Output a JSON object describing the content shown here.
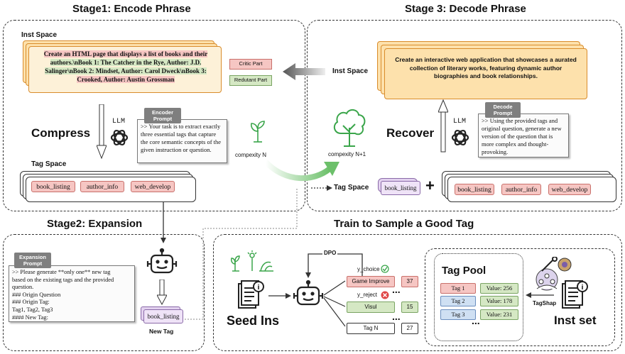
{
  "stage1": {
    "title": "Stage1: Encode Phrase",
    "inst_space": "Inst Space",
    "instruction_lines": [
      "Create an HTML page that displays a list of books and their",
      "authors.\\nBook 1: The Catcher in the Rye, Author: J.D.",
      "Salinger\\nBook 2: Mindset, Author: Carol Dweck\\nBook 3:",
      "Crooked, Author: Austin Grossman"
    ],
    "critic_part": "Critic Part",
    "redundant_part": "Redutant Part",
    "llm": "LLM",
    "compress": "Compress",
    "encoder_prompt_label": "Encoder Prompt",
    "encoder_prompt_text": ">> Your task is to extract exactly three essential tags that capture the core semantic concepts of the given instruction or question.",
    "complexity": "compexity N",
    "tag_space": "Tag Space",
    "tags": [
      "book_listing",
      "author_info",
      "web_develop"
    ]
  },
  "stage3": {
    "title": "Stage 3: Decode Phrase",
    "inst_space": "Inst Space",
    "output_instruction": "Create an interactive web application that showcases a aurated collection of literary works, featuring dynamic author biographies and book relationships.",
    "recover": "Recover",
    "llm": "LLM",
    "decode_prompt_label": "Decode Prompt",
    "decode_prompt_text": ">> Using the provided tags and original question, generate a new version of the question that is more complex and thought-provoking.",
    "complexity": "compexity N+1",
    "tag_space": "Tag Space",
    "new_tag": "book_listing",
    "plus": "+",
    "tags": [
      "book_listing",
      "author_info",
      "web_develop"
    ]
  },
  "stage2": {
    "title": "Stage2: Expansion",
    "expansion_prompt_label": "Expansion Prompt",
    "expansion_prompt_lines": [
      ">> Please generate **only one** new tag",
      "based on the existing tags and the provided",
      "question.",
      "### Origin Question",
      "### Origin Tag:",
      "Tag1, Tag2, Tag3",
      "#### New Tag:"
    ],
    "new_tag_value": "book_listing",
    "new_tag_label": "New Tag"
  },
  "train": {
    "title": "Train to Sample a Good Tag",
    "seed_ins": "Seed Ins",
    "dpo": "DPO",
    "y_choice": "y_choice",
    "y_reject": "y_reject",
    "candidates": [
      {
        "name": "Game Improve",
        "value": "37",
        "color": "#f6c6c3"
      },
      {
        "name": "Visul",
        "value": "15",
        "color": "#d5e8c4"
      },
      {
        "name": "Tag N",
        "value": "27",
        "color": "#ffffff"
      }
    ],
    "ellipsis": "...",
    "tag_pool_title": "Tag Pool",
    "pool": [
      {
        "tag": "Tag 1",
        "value": "Value:  256",
        "color": "#f6c6c3"
      },
      {
        "tag": "Tag 2",
        "value": "Value:  178",
        "color": "#cfe0f3"
      },
      {
        "tag": "Tag 3",
        "value": "Value:  231",
        "color": "#cfe0f3"
      }
    ],
    "tagshap": "TagShap",
    "inst_set": "Inst set"
  },
  "colors": {
    "tag_fill": "#f6c6c3",
    "instruction_fill": "#fde1ac",
    "critic_fill": "#f6c6c3",
    "redundant_fill": "#d5e8c4",
    "purple_tag": "#e3d2ef",
    "arrow_green": "#7dc67c"
  }
}
